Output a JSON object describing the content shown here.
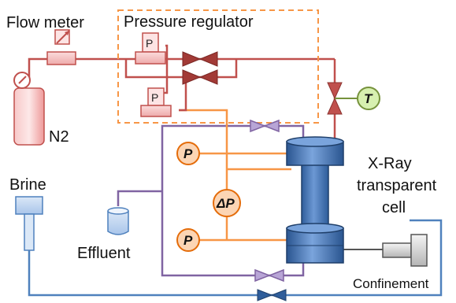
{
  "labels": {
    "flow_meter": "Flow meter",
    "pressure_regulator": "Pressure regulator",
    "n2": "N2",
    "brine": "Brine",
    "effluent": "Effluent",
    "cell_line1": "X-Ray",
    "cell_line2": "transparent",
    "cell_line3": "cell",
    "confinement": "Confinement"
  },
  "gauges": {
    "temperature": "T",
    "pressure_top": "P",
    "pressure_bottom": "P",
    "differential": "ΔP",
    "regulator_upper": "P",
    "regulator_lower": "P"
  },
  "colors": {
    "gas_line": "#c0504d",
    "brine_line": "#4f81bd",
    "effluent_line": "#8064a2",
    "pressure_line": "#f79646",
    "regulator_box": "#f79646",
    "cell_body": "#4f81bd",
    "temperature_gauge": "#d7f0b0",
    "pressure_gauge": "#fcd5b4"
  }
}
